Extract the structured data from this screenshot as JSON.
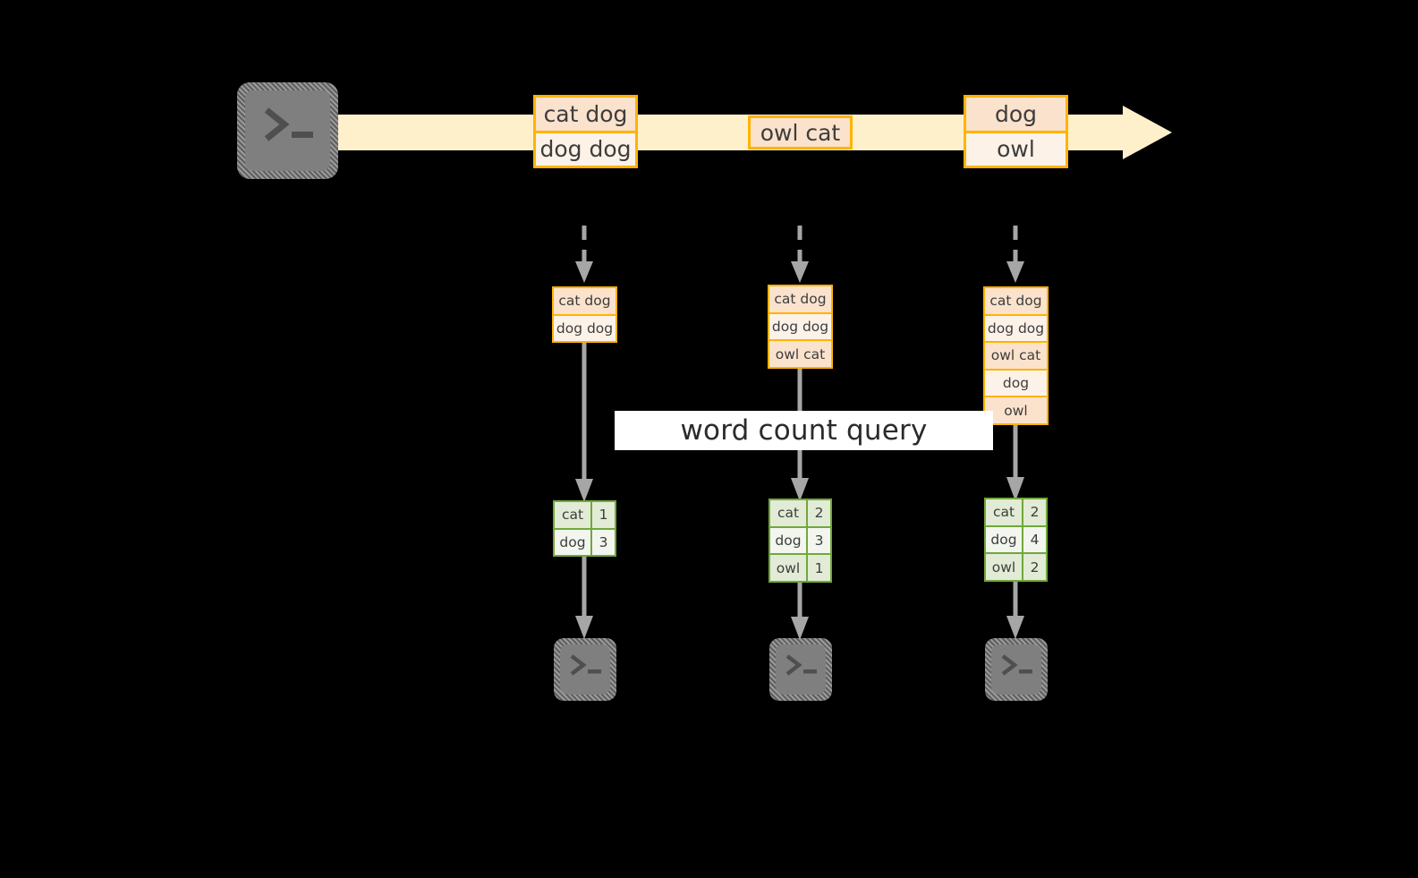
{
  "diagram": {
    "title": "",
    "query_label": "word count query",
    "colors": {
      "background": "#000000",
      "stream_band": "#FFF0CC",
      "event_border": "#FFB302",
      "event_fill_dark": "#FBE2CC",
      "event_fill_light": "#FDF2E8",
      "table_border": "#71A83B",
      "table_fill_dark": "#E2EBD5",
      "table_fill_light": "#F2F6EE",
      "connector": "#A6A6A6",
      "terminal_fill": "#7F7F7F",
      "banner": "#FFFFFF"
    },
    "source": {
      "icon": "terminal-icon",
      "prompt": ">_"
    },
    "stream_events": [
      {
        "name": "event-1",
        "lines": [
          "cat dog",
          "dog dog"
        ]
      },
      {
        "name": "event-2",
        "lines": [
          "owl cat"
        ]
      },
      {
        "name": "event-3",
        "lines": [
          "dog",
          "owl"
        ]
      }
    ],
    "accumulated_states": [
      {
        "name": "state-1",
        "lines": [
          "cat dog",
          "dog dog"
        ]
      },
      {
        "name": "state-2",
        "lines": [
          "cat dog",
          "dog dog",
          "owl cat"
        ]
      },
      {
        "name": "state-3",
        "lines": [
          "cat dog",
          "dog dog",
          "owl cat",
          "dog",
          "owl"
        ]
      }
    ],
    "results": [
      {
        "name": "result-1",
        "rows": [
          {
            "word": "cat",
            "count": "1"
          },
          {
            "word": "dog",
            "count": "3"
          }
        ]
      },
      {
        "name": "result-2",
        "rows": [
          {
            "word": "cat",
            "count": "2"
          },
          {
            "word": "dog",
            "count": "3"
          },
          {
            "word": "owl",
            "count": "1"
          }
        ]
      },
      {
        "name": "result-3",
        "rows": [
          {
            "word": "cat",
            "count": "2"
          },
          {
            "word": "dog",
            "count": "4"
          },
          {
            "word": "owl",
            "count": "2"
          }
        ]
      }
    ],
    "sinks": [
      {
        "name": "sink-1",
        "icon": "terminal-icon",
        "prompt": ">_"
      },
      {
        "name": "sink-2",
        "icon": "terminal-icon",
        "prompt": ">_"
      },
      {
        "name": "sink-3",
        "icon": "terminal-icon",
        "prompt": ">_"
      }
    ]
  }
}
